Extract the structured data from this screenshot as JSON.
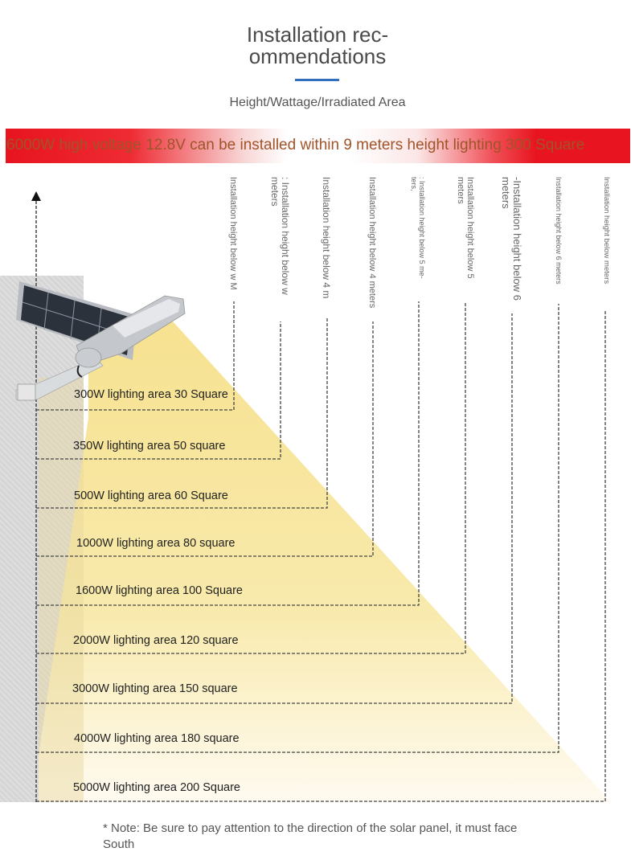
{
  "header": {
    "title_line1": "Installation rec-",
    "title_line2": "ommendations",
    "accent_color": "#2f6fbd",
    "subtitle": "Height/Wattage/Irradiated Area"
  },
  "banner": {
    "text": "6000W high voltage 12.8V can be installed within 9 meters height lighting 300 Square",
    "color": "#e8141f"
  },
  "diagram": {
    "height_arrow": "arrow-up-icon",
    "lamp": "solar-street-light-icon",
    "beam_color": "#f7e39a",
    "levels": [
      {
        "label": "300W lighting area 30 Square",
        "height_label": "Installation height below w M"
      },
      {
        "label": "350W lighting area 50 square",
        "height_label": ": Installation height below w\nmeters"
      },
      {
        "label": "500W lighting area 60 Square",
        "height_label": "Installation height below 4 m"
      },
      {
        "label": "1000W lighting area 80 square",
        "height_label": "Installation height below 4 meters"
      },
      {
        "label": "1600W lighting area 100 Square",
        "height_label": ": Installation height below 5 me-\nters,"
      },
      {
        "label": "2000W lighting area 120 square",
        "height_label": "Installation height below 5\nmeters"
      },
      {
        "label": "3000W lighting area 150 square",
        "height_label": "-Installation height below 6\nmeters"
      },
      {
        "label": "4000W lighting area 180 square",
        "height_label": "Installation height below 6 meters"
      },
      {
        "label": "5000W lighting area 200 Square",
        "height_label": "Installation height below meters"
      }
    ]
  },
  "note": {
    "text": "* Note: Be sure to pay attention to the direction of the solar panel, it must face South"
  }
}
